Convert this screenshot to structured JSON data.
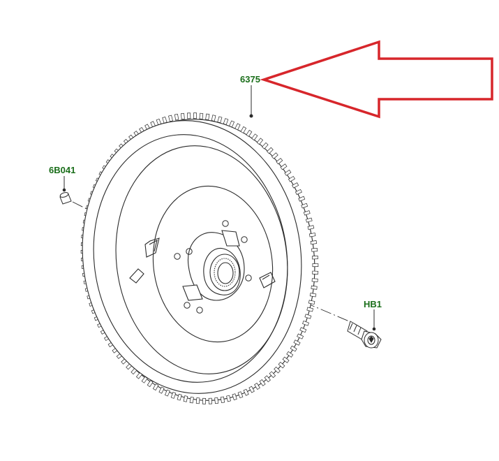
{
  "callouts": {
    "flywheel": "6375",
    "dowel": "6B041",
    "bolt": "HB1"
  },
  "colors": {
    "callout_text": "#1a6e1a",
    "line_art": "#2a2a2a",
    "highlight_arrow": "#d7262b",
    "background": "#ffffff"
  },
  "icons": {
    "highlight": "outlined-arrow-pointing-left"
  }
}
